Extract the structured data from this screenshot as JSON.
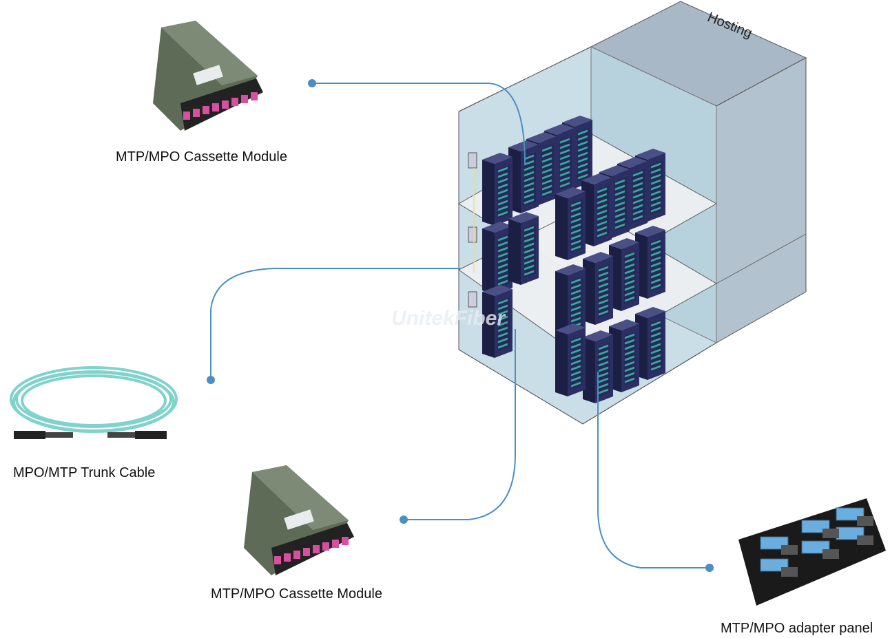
{
  "labels": {
    "hosting": "Hosting",
    "cassette_top": "MTP/MPO Cassette Module",
    "trunk_cable": "MPO/MTP Trunk Cable",
    "cassette_bottom": "MTP/MPO Cassette Module",
    "adapter_panel": "MTP/MPO adapter panel"
  },
  "watermark": "UnitekFiber",
  "colors": {
    "connector_line": "#4a8fc4",
    "building_glass": "#b7d2dc",
    "building_side": "#b3c2cf",
    "floor": "#eef0f2",
    "rack": "#25295a",
    "rack_led": "#3fd3b0",
    "cable": "#7fd3cc",
    "cassette_port": "#d64fa0",
    "adapter_port": "#6aaee0"
  },
  "icons": [
    "cassette-module-icon",
    "trunk-cable-icon",
    "adapter-panel-icon",
    "server-rack-icon",
    "building-icon"
  ]
}
